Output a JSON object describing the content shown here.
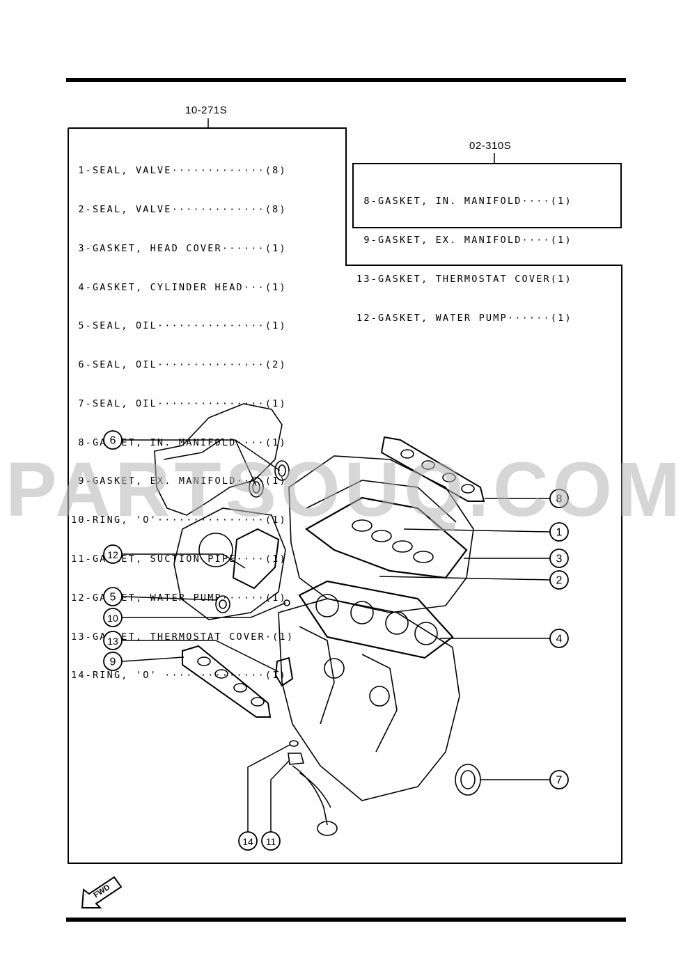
{
  "main_kit": {
    "code": "10-271S",
    "items": [
      " 1-SEAL, VALVE·············(8)",
      " 2-SEAL, VALVE·············(8)",
      " 3-GASKET, HEAD COVER······(1)",
      " 4-GASKET, CYLINDER HEAD···(1)",
      " 5-SEAL, OIL···············(1)",
      " 6-SEAL, OIL···············(2)",
      " 7-SEAL, OIL···············(1)",
      " 8-GASKET, IN. MANIFOLD····(1)",
      " 9-GASKET, EX. MANIFOLD····(1)",
      "10-RING, 'O'···············(1)",
      "11-GASKET, SUCTION PIPE····(1)",
      "12-GASKET, WATER PUMP······(1)",
      "13-GASKET, THERMOSTAT COVER·(1)",
      "14-RING, 'O' ··············(1)"
    ]
  },
  "sub_kit": {
    "code": "02-310S",
    "items": [
      " 8-GASKET, IN. MANIFOLD····(1)",
      " 9-GASKET, EX. MANIFOLD····(1)",
      "13-GASKET, THERMOSTAT COVER(1)",
      "12-GASKET, WATER PUMP······(1)"
    ]
  },
  "callouts": [
    "1",
    "2",
    "3",
    "4",
    "5",
    "6",
    "7",
    "8",
    "9",
    "10",
    "11",
    "12",
    "13",
    "14"
  ],
  "watermark": "PARTSOUQ.COM",
  "fwd_label": "FWD"
}
